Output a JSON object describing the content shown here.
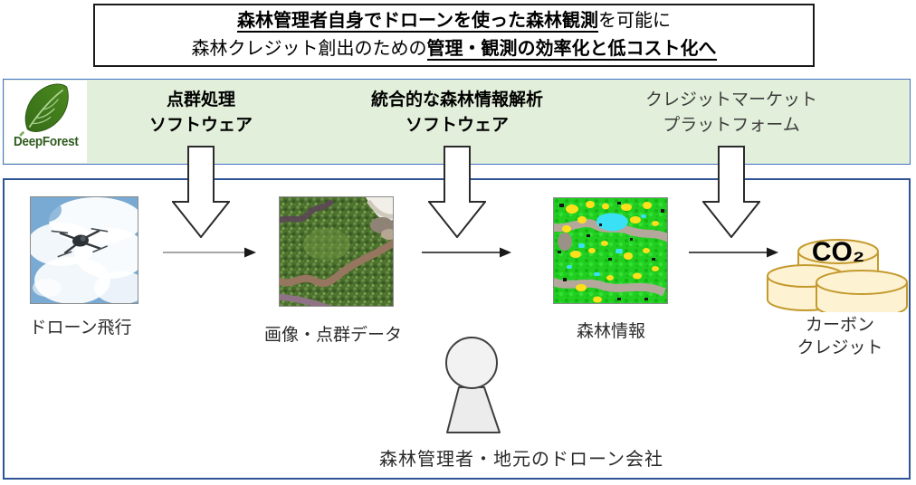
{
  "title": {
    "line1_emphasis": "森林管理者自身でドローンを使った森林観測",
    "line1_rest": "を可能に",
    "line2_lead": "森林クレジット創出のための",
    "line2_emphasis": "管理・観測の効率化と低コスト化へ"
  },
  "banner": {
    "logo_text": "DeepForest",
    "items": [
      {
        "line1": "点群処理",
        "line2": "ソフトウェア"
      },
      {
        "line1": "統合的な森林情報解析",
        "line2": "ソフトウェア"
      },
      {
        "line1": "クレジットマーケット",
        "line2": "プラットフォーム"
      }
    ]
  },
  "flow": {
    "steps": [
      {
        "label": "ドローン飛行",
        "image": "drone-flying-photo"
      },
      {
        "label": "画像・点群データ",
        "image": "aerial-forest-photo"
      },
      {
        "label": "森林情報",
        "image": "forest-classification-map"
      },
      {
        "label_line1": "カーボン",
        "label_line2": "クレジット",
        "image": "co2-credit-coins"
      }
    ],
    "co2_text": "CO₂",
    "operator_label": "森林管理者・地元のドローン会社"
  },
  "colors": {
    "banner_bg": "#e2efda",
    "banner_border": "#4472c4",
    "main_border": "#2f5496",
    "coin_fill": "#fdf3d3",
    "coin_stroke": "#c49a2e",
    "logo_green": "#2e5b1d",
    "map_green": "#21cf21",
    "map_yellow": "#ffe01a",
    "map_cyan": "#3ae0f5"
  }
}
